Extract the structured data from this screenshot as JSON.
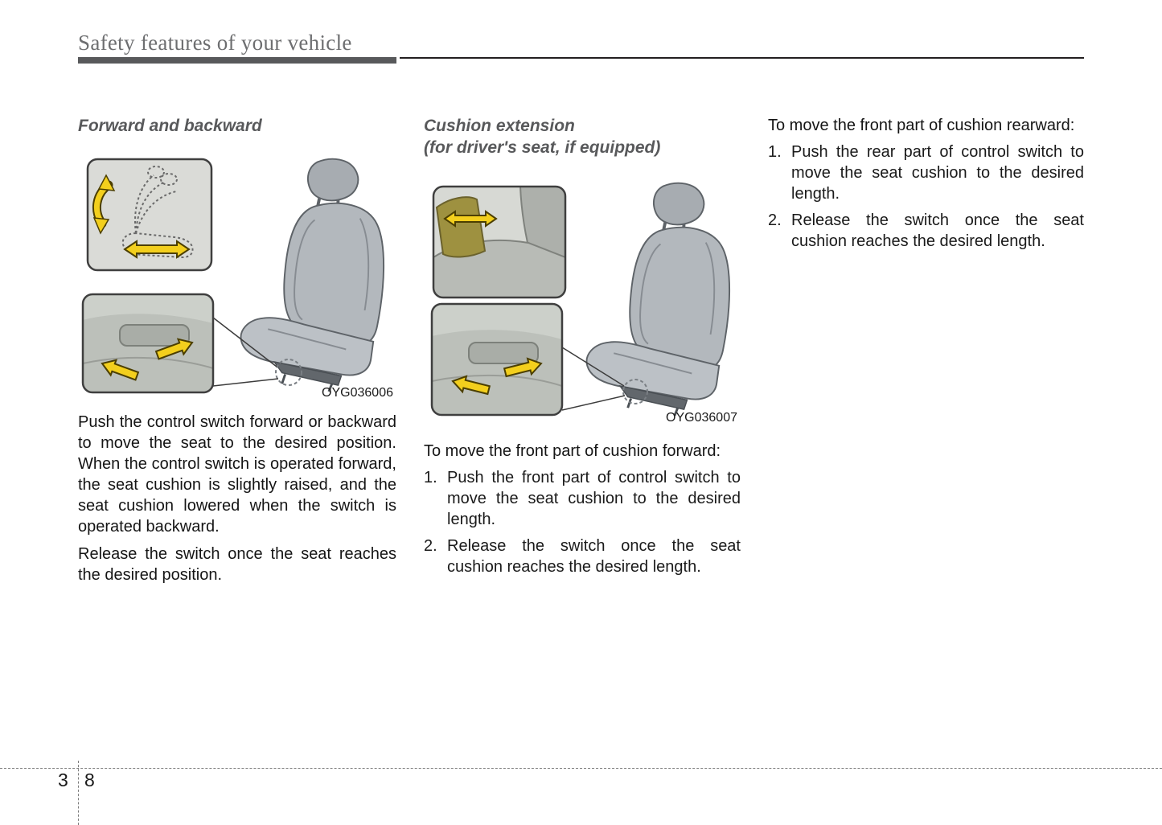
{
  "header": {
    "title": "Safety features of your vehicle"
  },
  "columns": {
    "col1": {
      "heading": "Forward and backward",
      "figure_caption": "OYG036006",
      "para1": "Push the control switch forward or backward to move the seat to the desired position. When the control switch is operated forward, the seat cushion is slightly raised, and the seat cushion lowered when the switch is operated backward.",
      "para2": "Release the switch once the seat reaches the desired position."
    },
    "col2": {
      "heading_line1": "Cushion extension",
      "heading_line2": "(for driver's seat, if equipped)",
      "figure_caption": "OYG036007",
      "intro": "To move the front part of cushion for­ward:",
      "items": [
        {
          "num": "1.",
          "text": "Push the front part of control switch to move the seat cushion to the desired length."
        },
        {
          "num": "2.",
          "text": "Release the switch once the seat cushion reaches the desired length."
        }
      ]
    },
    "col3": {
      "intro": "To move the front part of cushion rearward:",
      "items": [
        {
          "num": "1.",
          "text": "Push the rear part of control switch to move the seat cushion to the desired length."
        },
        {
          "num": "2.",
          "text": "Release the switch once the seat cushion reaches the desired length."
        }
      ]
    }
  },
  "footer": {
    "chapter": "3",
    "page": "8"
  },
  "colors": {
    "accent_yellow": "#f3cf1d",
    "heading_gray": "#58595b",
    "seat_gray": "#b3b8bd"
  }
}
